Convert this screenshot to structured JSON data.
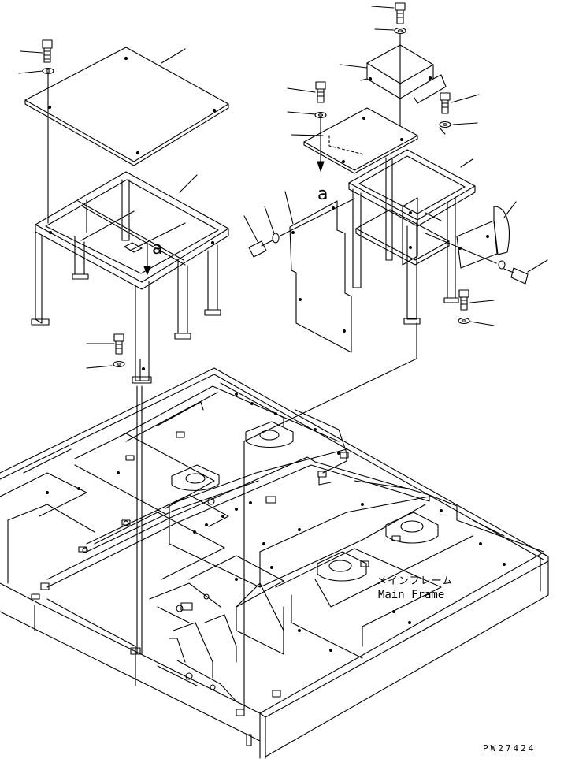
{
  "callouts": {
    "ref_a_left": "a",
    "ref_a_right": "a"
  },
  "main_frame": {
    "label_jp": "メインフレーム",
    "label_en": "Main Frame"
  },
  "drawing_code": "PW27424"
}
